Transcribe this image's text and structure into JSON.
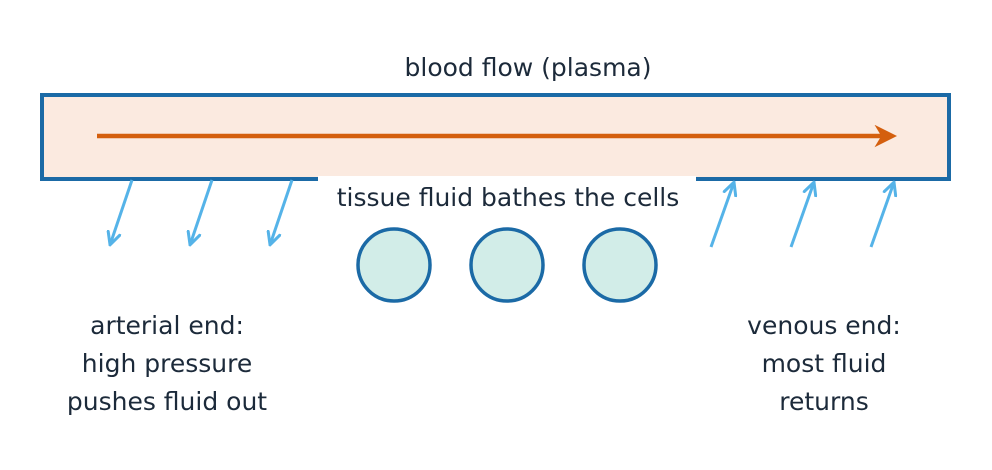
{
  "diagram": {
    "title": "blood flow (plasma)",
    "tissue_label": "tissue fluid bathes the cells",
    "arterial_label": [
      "arterial end:",
      "high pressure",
      "pushes fluid out"
    ],
    "venous_label": [
      "venous end:",
      "most fluid",
      "returns"
    ],
    "outflow_arrow_count": 3,
    "return_arrow_count": 3,
    "cell_count": 3
  },
  "colors": {
    "vessel_fill": "#fbeae0",
    "vessel_stroke": "#1b6aa6",
    "flow_arrow": "#d45f0e",
    "fluid_arrow": "#55b3e8",
    "cell_fill": "#d2ede8",
    "cell_stroke": "#1b6aa6",
    "text": "#1c2a3a"
  }
}
